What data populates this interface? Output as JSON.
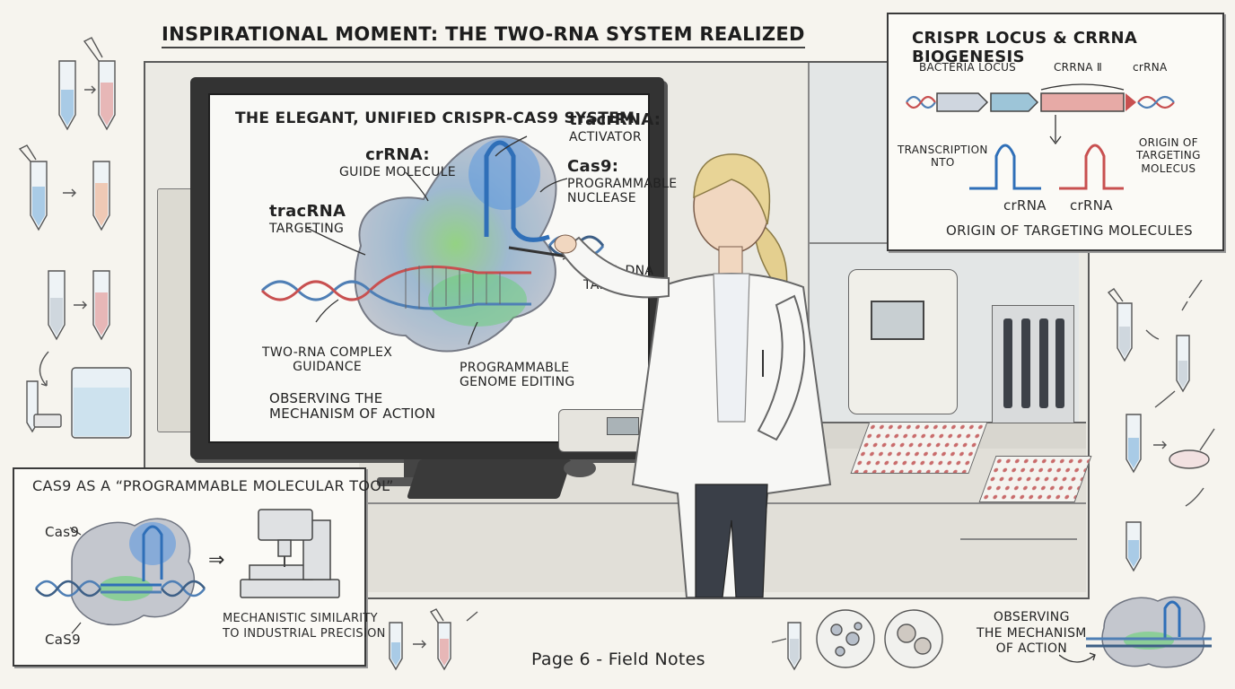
{
  "page": {
    "title": "INSPIRATIONAL MOMENT: THE TWO-RNA SYSTEM REALIZED",
    "footer": "Page 6 - Field Notes"
  },
  "screen": {
    "title": "THE ELEGANT, UNIFIED CRISPR-CAS9 SYSTEM",
    "labels": {
      "tracrrna_head": "tracrRNA:",
      "tracrrna_sub": "ACTIVATOR",
      "crrna_head": "crRNA:",
      "crrna_sub": "GUIDE MOLECULE",
      "cas9_head": "Cas9:",
      "cas9_sub1": "PROGRAMMABLE",
      "cas9_sub2": "NUCLEASE",
      "tracrna_head": "tracRNA",
      "tracrna_sub": "TARGETING",
      "viral1": "VIRAL DNA",
      "viral2": "TARGET",
      "complex1": "TWO-RNA COMPLEX",
      "complex2": "GUIDANCE",
      "prog1": "PROGRAMMABLE",
      "prog2": "GENOME EDITING",
      "obs1": "OBSERVING THE",
      "obs2": "MECHANISM OF ACTION"
    }
  },
  "inset_top": {
    "title": "CRISPR LOCUS & crRNA BIOGENESIS",
    "bacteria_locus": "BACTERIA LOCUS",
    "crrna_ii": "crRNA Ⅱ",
    "crrna_top": "crRNA",
    "transcription1": "TRANSCRIPTION",
    "transcription2": "NTO",
    "origin1": "ORIGIN OF",
    "origin2": "TARGETING",
    "origin3": "MOLECUS",
    "crrna_left": "crRNA",
    "crrna_right": "crRNA",
    "footer": "ORIGIN OF TARGETING MOLECULES"
  },
  "inset_bottom": {
    "title": "CAS9 AS A “PROGRAMMABLE MOLECULAR TOOL”",
    "cas9_top": "Cas9",
    "cas9_bottom": "CaS9",
    "arrow": "⇒",
    "mech1": "MECHANISTIC SIMILARITY",
    "mech2": "TO INDUSTRIAL PRECISION"
  },
  "bottom_right": {
    "obs1": "OBSERVING",
    "obs2": "THE MECHANISM",
    "obs3": "OF ACTION"
  },
  "colors": {
    "dna_blue": "#4f7fb5",
    "dna_red": "#c85050",
    "cas9_green": "#69c26a",
    "cas9_blue": "#3f7fd6",
    "gray_protein": "#b9bcc4"
  }
}
